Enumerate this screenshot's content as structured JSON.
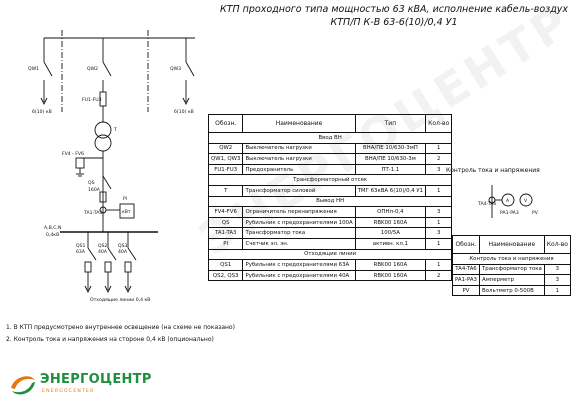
{
  "title": {
    "line1": "КТП проходного типа мощностью 63 кВА, исполнение кабель-воздух",
    "line2": "КТП/П К-В 63-6(10)/0,4 У1"
  },
  "schematic": {
    "qw1": "QW1",
    "qw2": "QW2",
    "qw3": "QW3",
    "fu": "FU1-FU3",
    "hv_left": "6(10) кВ",
    "hv_right": "6(10) кВ",
    "transformer": "T",
    "fv": "FV4 - FV6",
    "qs": "QS",
    "ta": "TA1-TA3",
    "qs_rating": "160A",
    "pi": "PI",
    "kwh": "кВт",
    "bus": "A,B,C,N",
    "bus_voltage": "0,4кВ",
    "qs1": "QS1",
    "qs1_rating": "63A",
    "qs2": "QS2",
    "qs2_rating": "40A",
    "qs3": "QS3",
    "qs3_rating": "40A",
    "feeders": "Отходящие линии 0,4 кВ"
  },
  "main_table": {
    "headers": [
      "Обозн.",
      "Наименование",
      "Тип",
      "Кол-во"
    ],
    "rows": [
      {
        "section": "Ввод ВН"
      },
      {
        "cells": [
          "QW2",
          "Выключатель нагрузки",
          "ВНА/ПЕ 10/630-3мП",
          "1"
        ]
      },
      {
        "cells": [
          "QW1, QW3",
          "Выключатель нагрузки",
          "ВНА/ПЕ 10/630-3м",
          "2"
        ]
      },
      {
        "cells": [
          "FU1-FU3",
          "Предохранитель",
          "ПТ-1.1",
          "3"
        ]
      },
      {
        "section": "Трансформаторный отсек"
      },
      {
        "cells": [
          "T",
          "Трансформатор силовой",
          "ТМГ 63кВА 6(10)/0,4 У1",
          "1"
        ]
      },
      {
        "section": "Вывод НН"
      },
      {
        "cells": [
          "FV4-FV6",
          "Ограничитель перенапряжения",
          "ОПНп-0,4",
          "3"
        ]
      },
      {
        "cells": [
          "QS",
          "Рубильник с предохранителями 100А",
          "RBK00 160A",
          "1"
        ]
      },
      {
        "cells": [
          "TA1-TA3",
          "Трансформатор тока",
          "100/5А",
          "3"
        ]
      },
      {
        "cells": [
          "PI",
          "Счетчик эл. эн.",
          "активн. кл.1",
          "1"
        ]
      },
      {
        "section": "Отходящие линии"
      },
      {
        "cells": [
          "QS1",
          "Рубильник с предохранителями 63А",
          "RBK00 160A",
          "1"
        ]
      },
      {
        "cells": [
          "QS2, QS3",
          "Рубильник с предохранителями 40А",
          "RBK00 160A",
          "2"
        ]
      }
    ]
  },
  "side_block": {
    "title": "Контроль тока и напряжения",
    "ta": "TA4-TA6",
    "pa": "PA1-PA3",
    "pv": "PV",
    "a": "A",
    "v": "V"
  },
  "small_table": {
    "headers": [
      "Обозн.",
      "Наименование",
      "Кол-во"
    ],
    "rows": [
      {
        "section": "Контроль тока и напряжения"
      },
      {
        "cells": [
          "TA4-TA6",
          "Трансформатор тока",
          "3"
        ]
      },
      {
        "cells": [
          "PA1-PA3",
          "Амперметр",
          "3"
        ]
      },
      {
        "cells": [
          "PV",
          "Вольтметр 0-500В",
          "1"
        ]
      }
    ]
  },
  "notes": [
    "1. В КТП предусмотрено внутреннее освещение (на схеме не показано)",
    "2. Контроль тока и напряжения на стороне 0,4 кВ (опционально)"
  ],
  "logo": {
    "name": "ЭНЕРГОЦЕНТР",
    "sub": "ENERGOCENTER",
    "colors": {
      "green": "#1e8f3c",
      "orange": "#e07a10"
    }
  },
  "watermark": "ЭНЕРГОЦЕНТР"
}
